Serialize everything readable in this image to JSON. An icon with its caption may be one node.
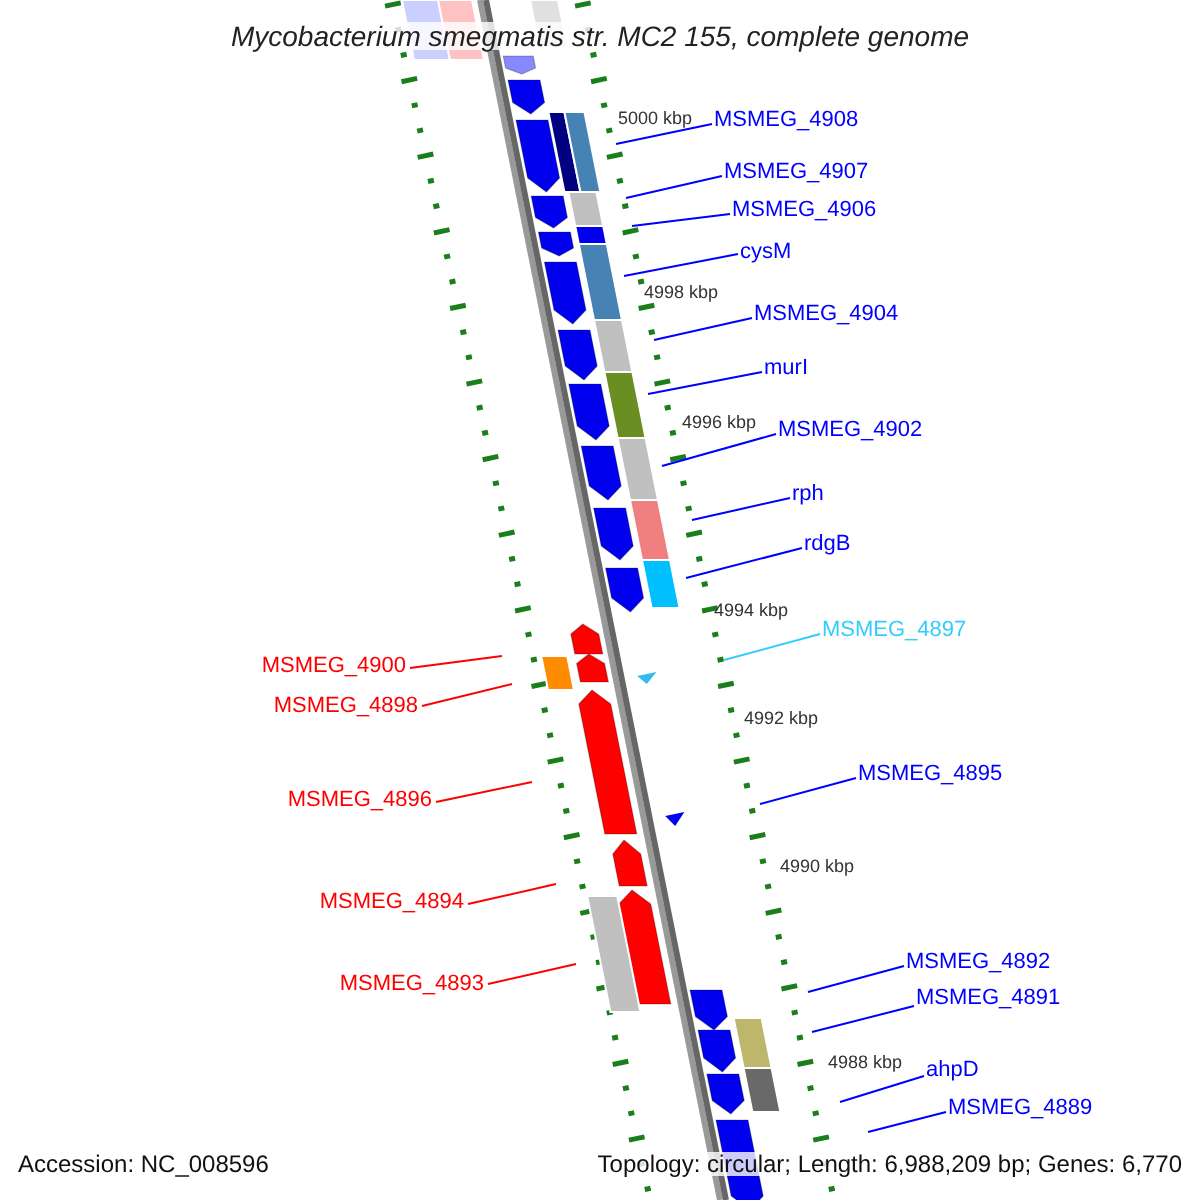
{
  "diagram": {
    "title": "Mycobacterium smegmatis str. MC2 155, complete genome",
    "nodes": [
      {
        "text": [
          "MSMEG_4908"
        ]
      },
      {
        "text": [
          "MSMEG_4907"
        ]
      },
      {
        "text": [
          "MSMEG_4906"
        ]
      },
      {
        "text": [
          "cysM"
        ]
      },
      {
        "text": [
          "MSMEG_4904"
        ]
      },
      {
        "text": [
          "murI"
        ]
      },
      {
        "text": [
          "MSMEG_4902"
        ]
      },
      {
        "text": [
          "rph"
        ]
      },
      {
        "text": [
          "rdgB"
        ]
      },
      {
        "text": [
          "MSMEG_4897"
        ]
      },
      {
        "text": [
          "MSMEG_4900"
        ]
      },
      {
        "text": [
          "MSMEG_4898"
        ]
      },
      {
        "text": [
          "MSMEG_4895"
        ]
      },
      {
        "text": [
          "MSMEG_4896"
        ]
      },
      {
        "text": [
          "MSMEG_4894"
        ]
      },
      {
        "text": [
          "MSMEG_4893"
        ]
      },
      {
        "text": [
          "MSMEG_4892"
        ]
      },
      {
        "text": [
          "MSMEG_4891"
        ]
      },
      {
        "text": [
          "ahpD"
        ]
      },
      {
        "text": [
          "MSMEG_4889"
        ]
      }
    ],
    "edges": [
      {
        "from": 0,
        "to": null,
        "arrow": "none"
      },
      {
        "from": 1,
        "to": null,
        "arrow": "none"
      },
      {
        "from": 2,
        "to": null,
        "arrow": "none"
      },
      {
        "from": 3,
        "to": null,
        "arrow": "none"
      },
      {
        "from": 4,
        "to": null,
        "arrow": "none"
      },
      {
        "from": 5,
        "to": null,
        "arrow": "none"
      },
      {
        "from": 6,
        "to": null,
        "arrow": "none"
      },
      {
        "from": 7,
        "to": null,
        "arrow": "none"
      },
      {
        "from": 8,
        "to": null,
        "arrow": "none"
      },
      {
        "from": 9,
        "to": null,
        "arrow": "none",
        "color": "#33ccff"
      },
      {
        "from": 10,
        "to": null,
        "arrow": "none",
        "color": "#ff0000"
      },
      {
        "from": 11,
        "to": null,
        "arrow": "none",
        "color": "#ff0000"
      },
      {
        "from": 12,
        "to": null,
        "arrow": "none"
      },
      {
        "from": 13,
        "to": null,
        "arrow": "none",
        "color": "#ff0000"
      },
      {
        "from": 14,
        "to": null,
        "arrow": "none",
        "color": "#ff0000"
      },
      {
        "from": 15,
        "to": null,
        "arrow": "none",
        "color": "#ff0000"
      },
      {
        "from": 16,
        "to": null,
        "arrow": "none"
      },
      {
        "from": 17,
        "to": null,
        "arrow": "none"
      },
      {
        "from": 18,
        "to": null,
        "arrow": "none"
      },
      {
        "from": 19,
        "to": null,
        "arrow": "none"
      }
    ],
    "labels": [
      "5000 kbp",
      "4998 kbp",
      "4996 kbp",
      "4994 kbp",
      "4992 kbp",
      "4990 kbp",
      "4988 kbp",
      "Accession: NC_008596",
      "Topology: circular; Length: 6,988,209 bp; Genes: 6,770"
    ]
  }
}
